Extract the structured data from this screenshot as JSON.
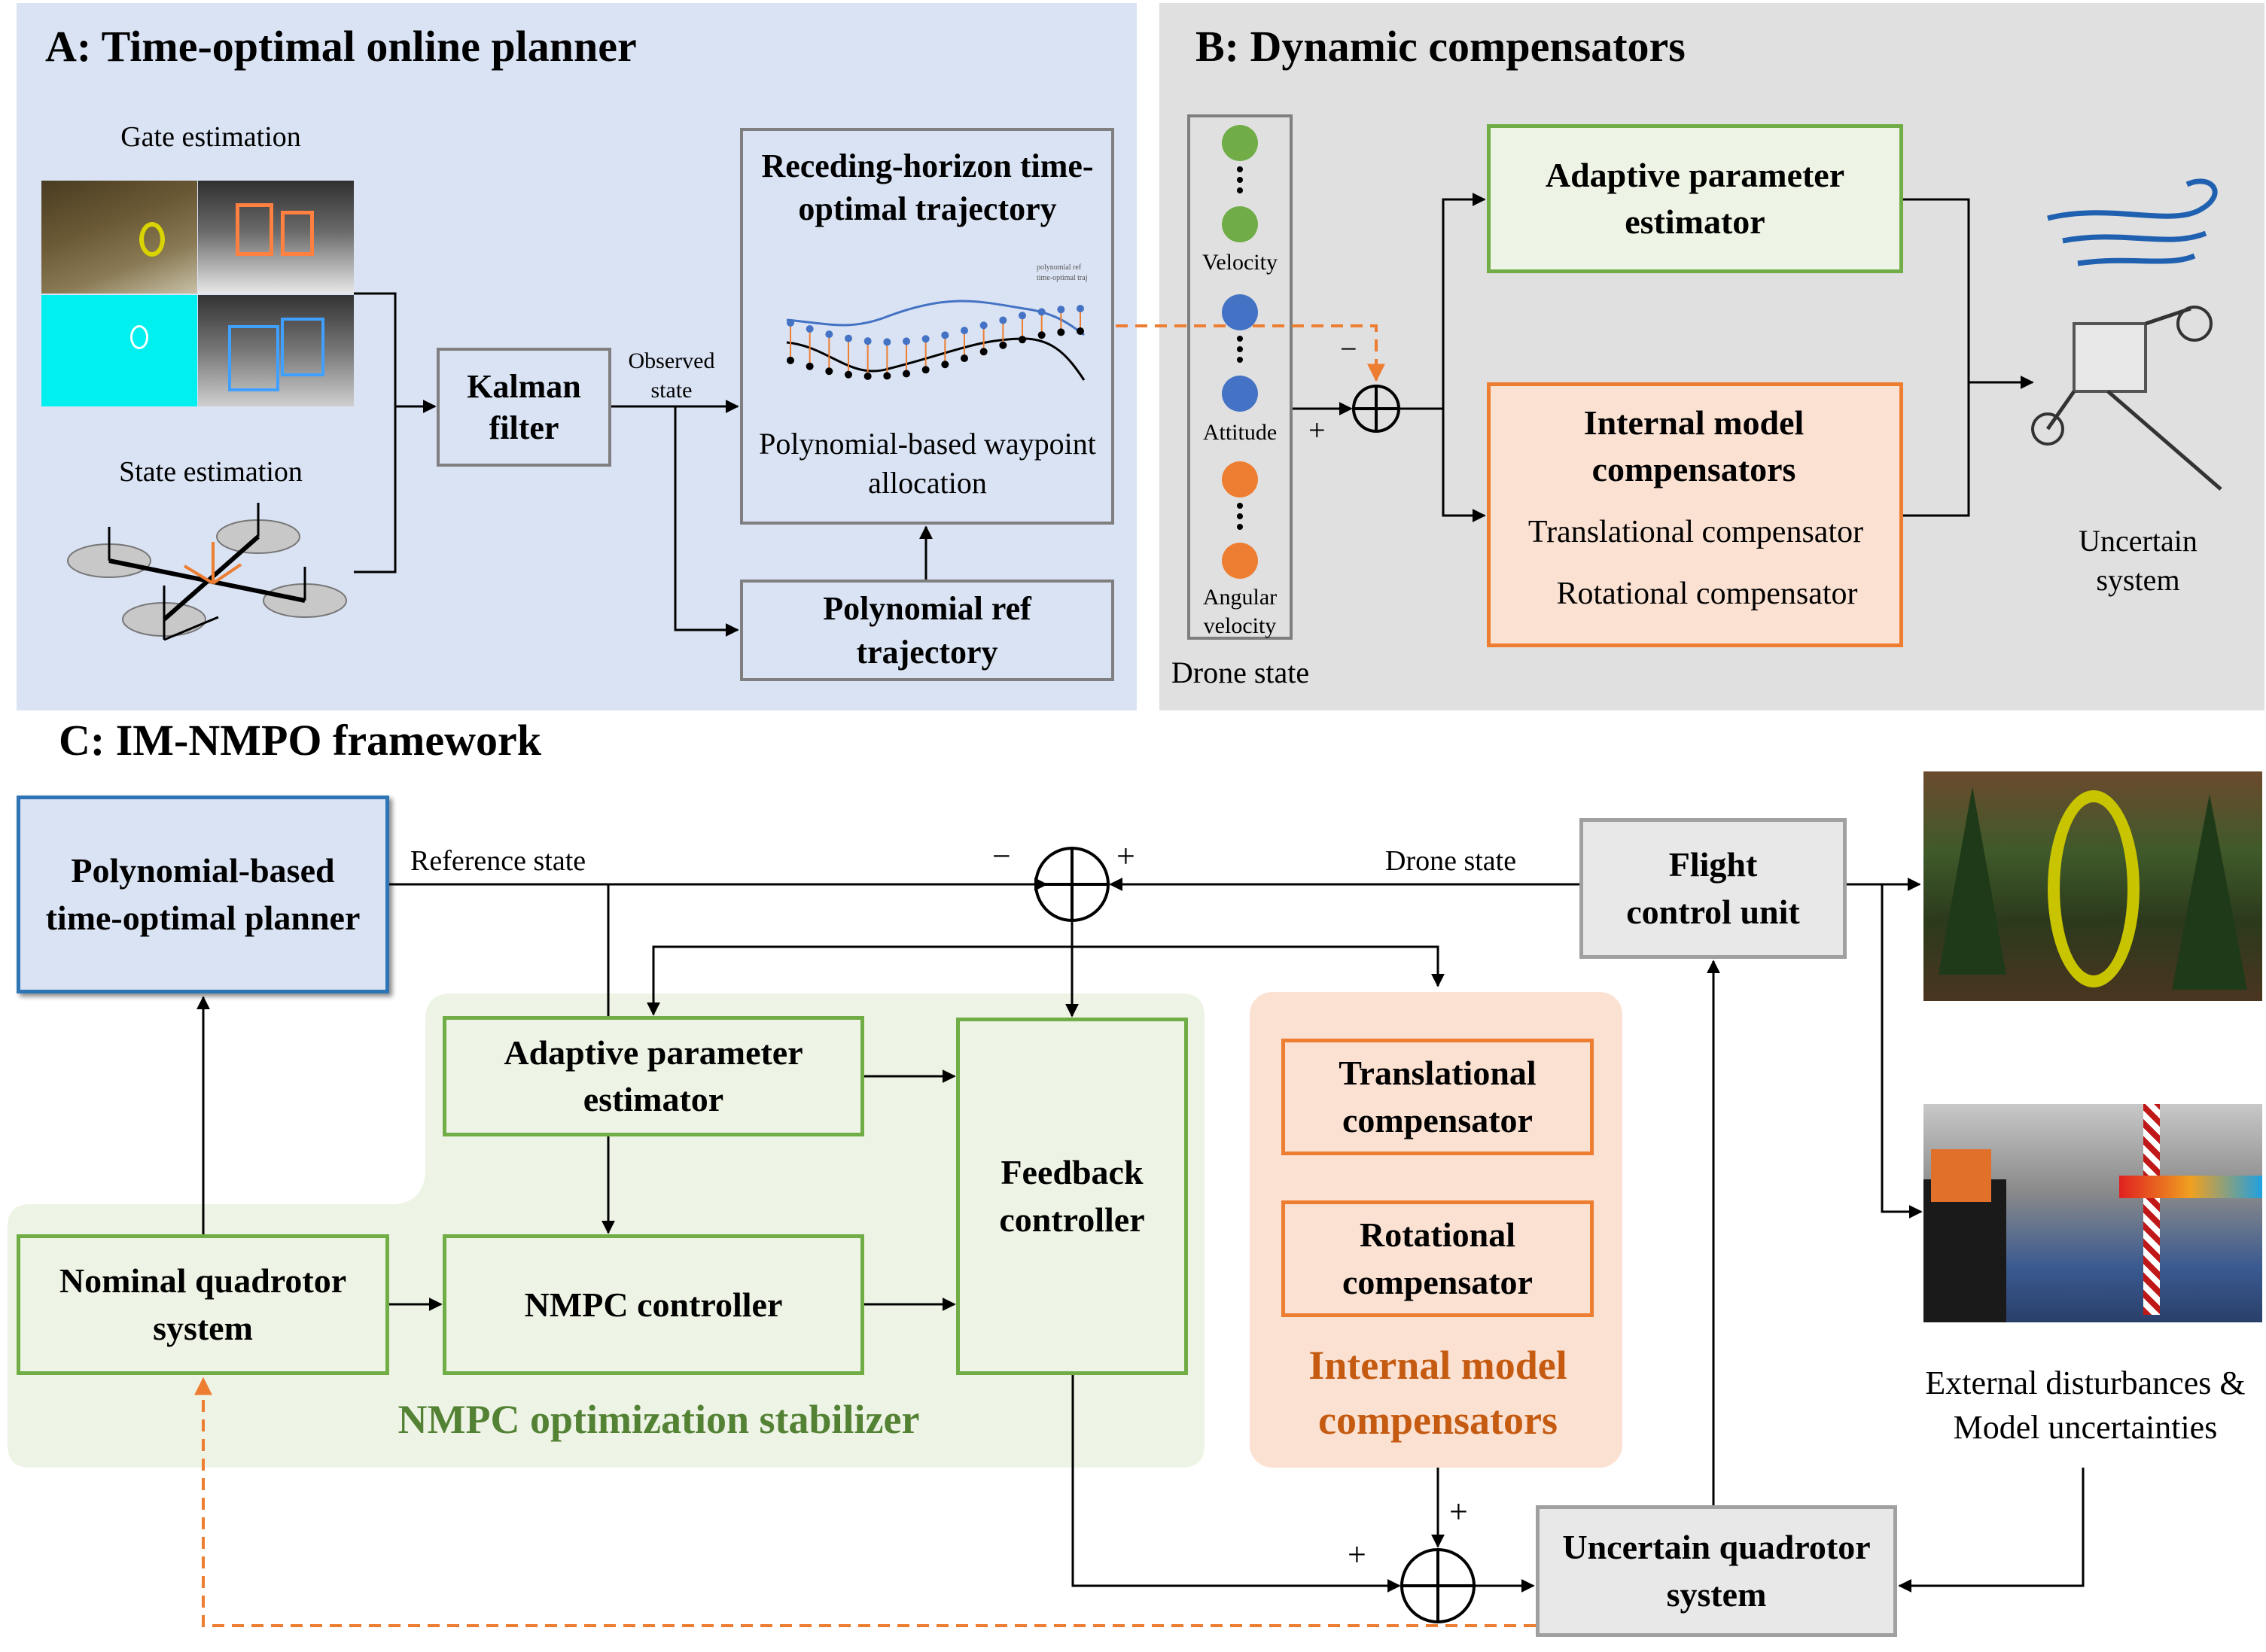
{
  "panel_a": {
    "title": "A: Time-optimal online planner",
    "gate_estimation": "Gate estimation",
    "state_estimation": "State estimation",
    "kalman_filter": "Kalman filter",
    "observed_state": "Observed state",
    "receding_horizon": "Receding-horizon time-optimal trajectory",
    "polynomial_waypoint": "Polynomial-based waypoint allocation",
    "polynomial_ref": "Polynomial ref trajectory",
    "legend_ref": "polynomial ref",
    "legend_opt": "time-optimal traj"
  },
  "panel_b": {
    "title": "B: Dynamic compensators",
    "velocity": "Velocity",
    "attitude": "Attitude",
    "angular_velocity": "Angular velocity",
    "drone_state": "Drone state",
    "adaptive_estimator": "Adaptive parameter estimator",
    "internal_model_title": "Internal model compensators",
    "translational": "Translational compensator",
    "rotational": "Rotational compensator",
    "uncertain_system": "Uncertain system",
    "minus": "−",
    "plus": "+"
  },
  "panel_c": {
    "title": "C: IM-NMPO framework",
    "planner": "Polynomial-based time-optimal planner",
    "reference_state": "Reference state",
    "drone_state": "Drone state",
    "flight_control_unit": "Flight control unit",
    "adaptive_estimator": "Adaptive parameter estimator",
    "feedback_controller": "Feedback controller",
    "nominal_system": "Nominal quadrotor system",
    "nmpc_controller": "NMPC controller",
    "nmpc_stabilizer": "NMPC optimization stabilizer",
    "translational": "Translational compensator",
    "rotational": "Rotational compensator",
    "internal_model_label": "Internal model compensators",
    "external_disturbances": "External disturbances & Model uncertainties",
    "uncertain_quadrotor": "Uncertain quadrotor system",
    "minus": "−",
    "plus": "+"
  },
  "colors": {
    "panel_a_bg": "#dae3f3",
    "panel_b_bg": "#e0e0e0",
    "green_border": "#70ad47",
    "green_fill": "#eef4e5",
    "orange_border": "#ed7d31",
    "orange_fill": "#fbe1d2",
    "orange_text": "#c55a11",
    "green_text": "#548235",
    "blue_border": "#2e75b6",
    "gray_border": "#a0a0a0",
    "node_green": "#70ad47",
    "node_blue": "#4472c4",
    "node_orange": "#ed7d31"
  }
}
